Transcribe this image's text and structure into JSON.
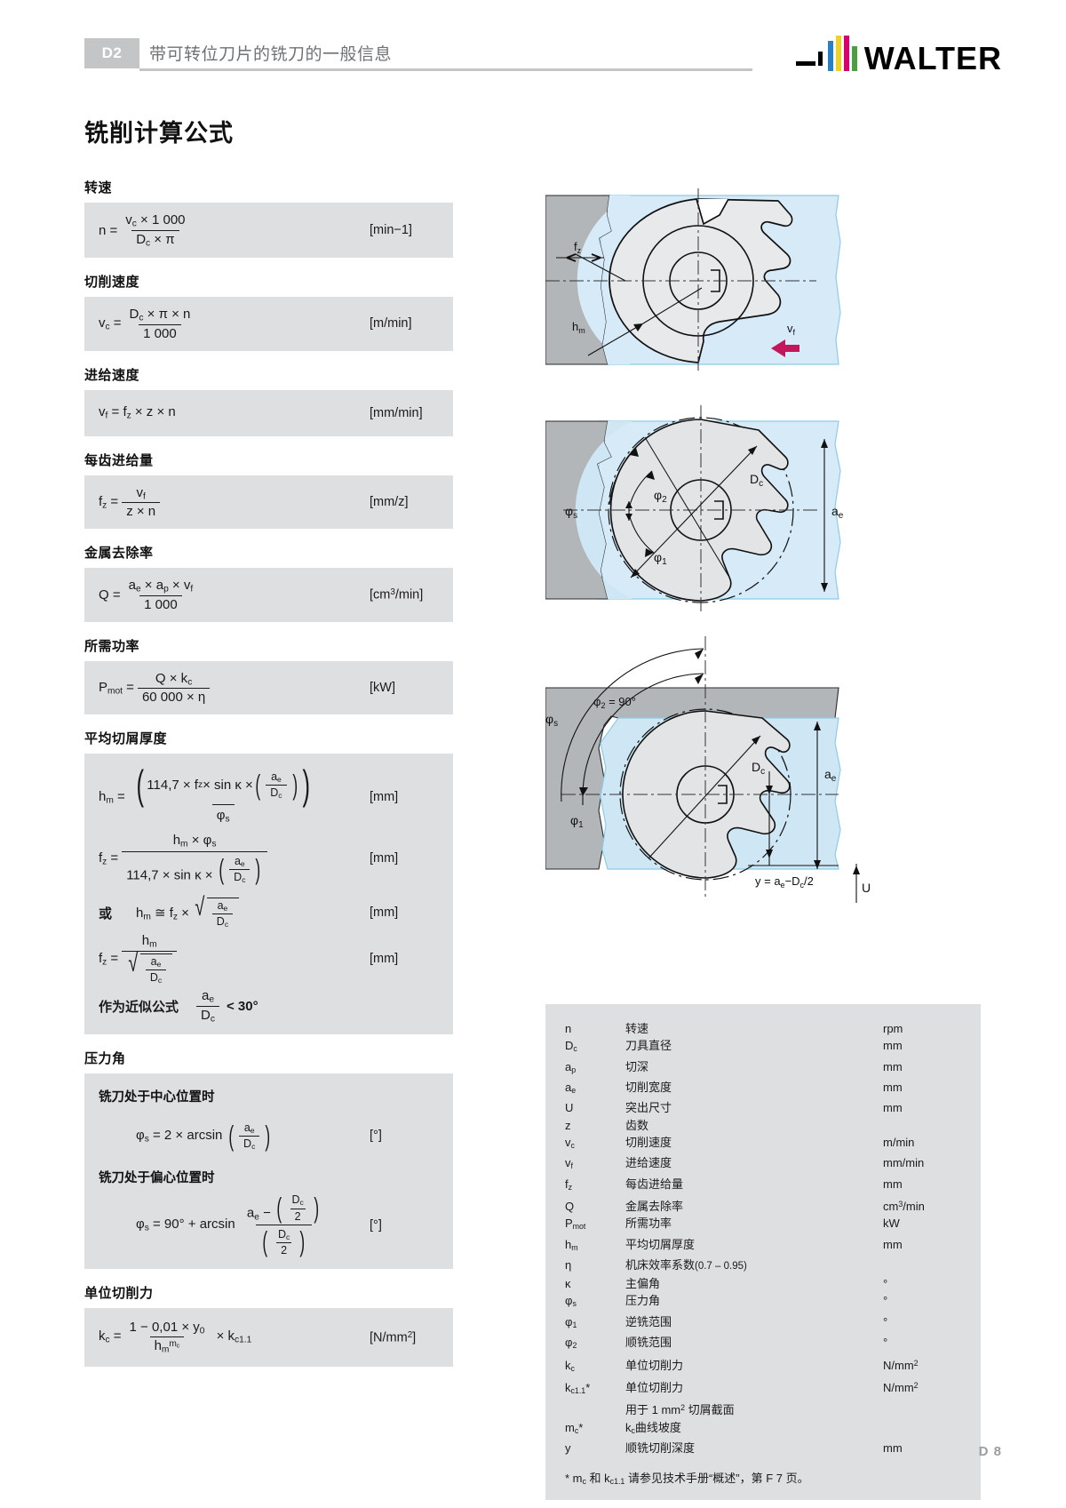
{
  "header": {
    "tag": "D2",
    "title": "带可转位刀片的铣刀的一般信息",
    "logo_word": "WALTER",
    "logo_colors": [
      "#2b7fc4",
      "#f0d320",
      "#d6006f",
      "#4aa03f"
    ]
  },
  "page_title": "铣削计算公式",
  "footer": {
    "page": "D 8"
  },
  "sections": [
    {
      "heading": "转速",
      "unit": "[min−1]"
    },
    {
      "heading": "切削速度",
      "unit": "[m/min]"
    },
    {
      "heading": "进给速度",
      "unit": "[mm/min]"
    },
    {
      "heading": "每齿进给量",
      "unit": "[mm/z]"
    },
    {
      "heading": "金属去除率",
      "unit": "[cm3/min]"
    },
    {
      "heading": "所需功率",
      "unit": "[kW]"
    },
    {
      "heading": "平均切屑厚度",
      "unit": "[mm]"
    },
    {
      "heading": "压力角",
      "unit": "[°]"
    },
    {
      "heading": "单位切削力",
      "unit": "[N/mm2]"
    }
  ],
  "formulas": {
    "n": {
      "lhs": "n",
      "num": "vc × 1 000",
      "den": "Dc × π",
      "unit": "[min−1]"
    },
    "vc": {
      "lhs": "vc",
      "num": "Dc × π × n",
      "den": "1 000",
      "unit": "[m/min]"
    },
    "vf": {
      "lhs": "vf",
      "rhs": "fz × z × n",
      "unit": "[mm/min]"
    },
    "fz": {
      "lhs": "fz",
      "num": "vf",
      "den": "z × n",
      "unit": "[mm/z]"
    },
    "Q": {
      "lhs": "Q",
      "num": "ae × ap × vf",
      "den": "1 000",
      "unit": "[cm3/min]"
    },
    "Pmot": {
      "lhs": "Pmot",
      "num": "Q × kc",
      "den": "60 000 × η",
      "unit": "[kW]"
    },
    "hm_full": {
      "lhs": "hm",
      "num": "114,7 × fz × sin κ × ( ae / Dc )",
      "den": "φs",
      "unit": "[mm]"
    },
    "fz_full": {
      "lhs": "fz",
      "num": "hm × φs",
      "den": "114,7 × sin κ × ( ae / Dc )",
      "unit": "[mm]"
    },
    "hm_approx": {
      "or": "或",
      "lhs": "hm",
      "rhs": "fz × √(ae/Dc)",
      "unit": "[mm]"
    },
    "fz_approx": {
      "lhs": "fz",
      "num": "hm",
      "den": "√(ae/Dc)",
      "unit": "[mm]"
    },
    "approx_note": {
      "label": "作为近似公式",
      "expr_num": "ae",
      "expr_den": "Dc",
      "cmp": "< 30°"
    },
    "phi_center": {
      "sub_head": "铣刀处于中心位置时",
      "lhs": "φs",
      "rhs": "2 × arcsin ( ae / Dc )",
      "unit": "[°]"
    },
    "phi_offset": {
      "sub_head": "铣刀处于偏心位置时",
      "lhs": "φs",
      "rhs": "90° + arcsin",
      "num": "ae − (Dc/2)",
      "den": "(Dc/2)",
      "unit": "[°]"
    },
    "kc": {
      "lhs": "kc",
      "num": "1 − 0,01 × y0",
      "den": "hm mc",
      "tail": "× kc1.1",
      "unit": "[N/mm2]"
    }
  },
  "numbers": {
    "n1000": "1 000",
    "n60000": "60 000",
    "c1147": "114,7",
    "c001": "0,01",
    "deg30": "< 30°",
    "deg90": "90°",
    "two": "2",
    "one": "1"
  },
  "figures": {
    "fig1": {
      "labels": [
        "fz",
        "hm",
        "vf"
      ],
      "arrow_color": "#c2185b",
      "workpiece_color": "#b3b6b9",
      "cut_color": "#cfe7f5",
      "tool_color": "#e8e9eb"
    },
    "fig2": {
      "labels": [
        "Dc",
        "ae",
        "φs",
        "φ1",
        "φ2"
      ]
    },
    "fig3": {
      "labels": [
        "Dc",
        "ae",
        "φs",
        "φ1",
        "φ2 = 90°",
        "U",
        "y = ae−Dc/2"
      ]
    }
  },
  "legend": {
    "rows": [
      {
        "sym": "n",
        "desc": "转速",
        "unit": "rpm"
      },
      {
        "sym": "Dc",
        "desc": "刀具直径",
        "unit": "mm"
      },
      {
        "sym": "ap",
        "desc": "切深",
        "unit": "mm"
      },
      {
        "sym": "ae",
        "desc": "切削宽度",
        "unit": "mm"
      },
      {
        "sym": "U",
        "desc": "突出尺寸",
        "unit": "mm"
      },
      {
        "sym": "z",
        "desc": "齿数",
        "unit": ""
      },
      {
        "sym": "vc",
        "desc": "切削速度",
        "unit": "m/min"
      },
      {
        "sym": "vf",
        "desc": "进给速度",
        "unit": "mm/min"
      },
      {
        "sym": "fz",
        "desc": "每齿进给量",
        "unit": "mm"
      },
      {
        "sym": "Q",
        "desc": "金属去除率",
        "unit": "cm3/min"
      },
      {
        "sym": "Pmot",
        "desc": "所需功率",
        "unit": "kW"
      },
      {
        "sym": "hm",
        "desc": "平均切屑厚度",
        "unit": "mm"
      },
      {
        "sym": "η",
        "desc": "机床效率系数",
        "desc_extra": "(0.7 – 0.95)",
        "unit": ""
      },
      {
        "sym": "κ",
        "desc": "主偏角",
        "unit": "°"
      },
      {
        "sym": "φs",
        "desc": "压力角",
        "unit": "°"
      },
      {
        "sym": "φ1",
        "desc": "逆铣范围",
        "unit": "°"
      },
      {
        "sym": "φ2",
        "desc": "顺铣范围",
        "unit": "°"
      },
      {
        "sym": "kc",
        "desc": "单位切削力",
        "unit": "N/mm2"
      },
      {
        "sym": "kc1.1*",
        "desc": "单位切削力",
        "unit": "N/mm2"
      },
      {
        "sym": "",
        "desc": "用于 1 mm2 切屑截面",
        "unit": ""
      },
      {
        "sym": "mc*",
        "desc": "kc曲线坡度",
        "unit": ""
      },
      {
        "sym": "y",
        "desc": "顺铣切削深度",
        "unit": "mm"
      }
    ],
    "footnote": "* mc 和 kc1.1 请参见技术手册“概述”，第 F 7 页。"
  }
}
